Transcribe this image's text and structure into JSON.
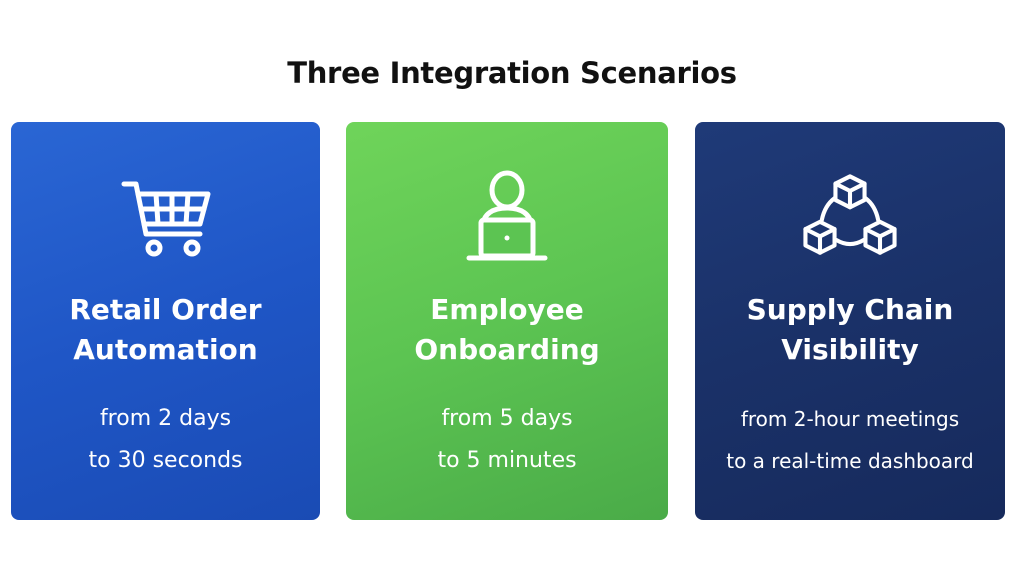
{
  "title": "Three Integration Scenarios",
  "cards": [
    {
      "heading_line1": "Retail Order",
      "heading_line2": "Automation",
      "sub_line1": "from 2 days",
      "sub_line2": "to 30 seconds",
      "icon": "shopping-cart-icon",
      "color": "#1f56c6"
    },
    {
      "heading_line1": "Employee",
      "heading_line2": "Onboarding",
      "sub_line1": "from 5 days",
      "sub_line2": "to 5 minutes",
      "icon": "person-laptop-icon",
      "color": "#5cc452"
    },
    {
      "heading_line1": "Supply Chain",
      "heading_line2": "Visibility",
      "sub_line1": "from 2-hour meetings",
      "sub_line2": "to a real-time dashboard",
      "icon": "connected-cubes-icon",
      "color": "#1a3168"
    }
  ]
}
